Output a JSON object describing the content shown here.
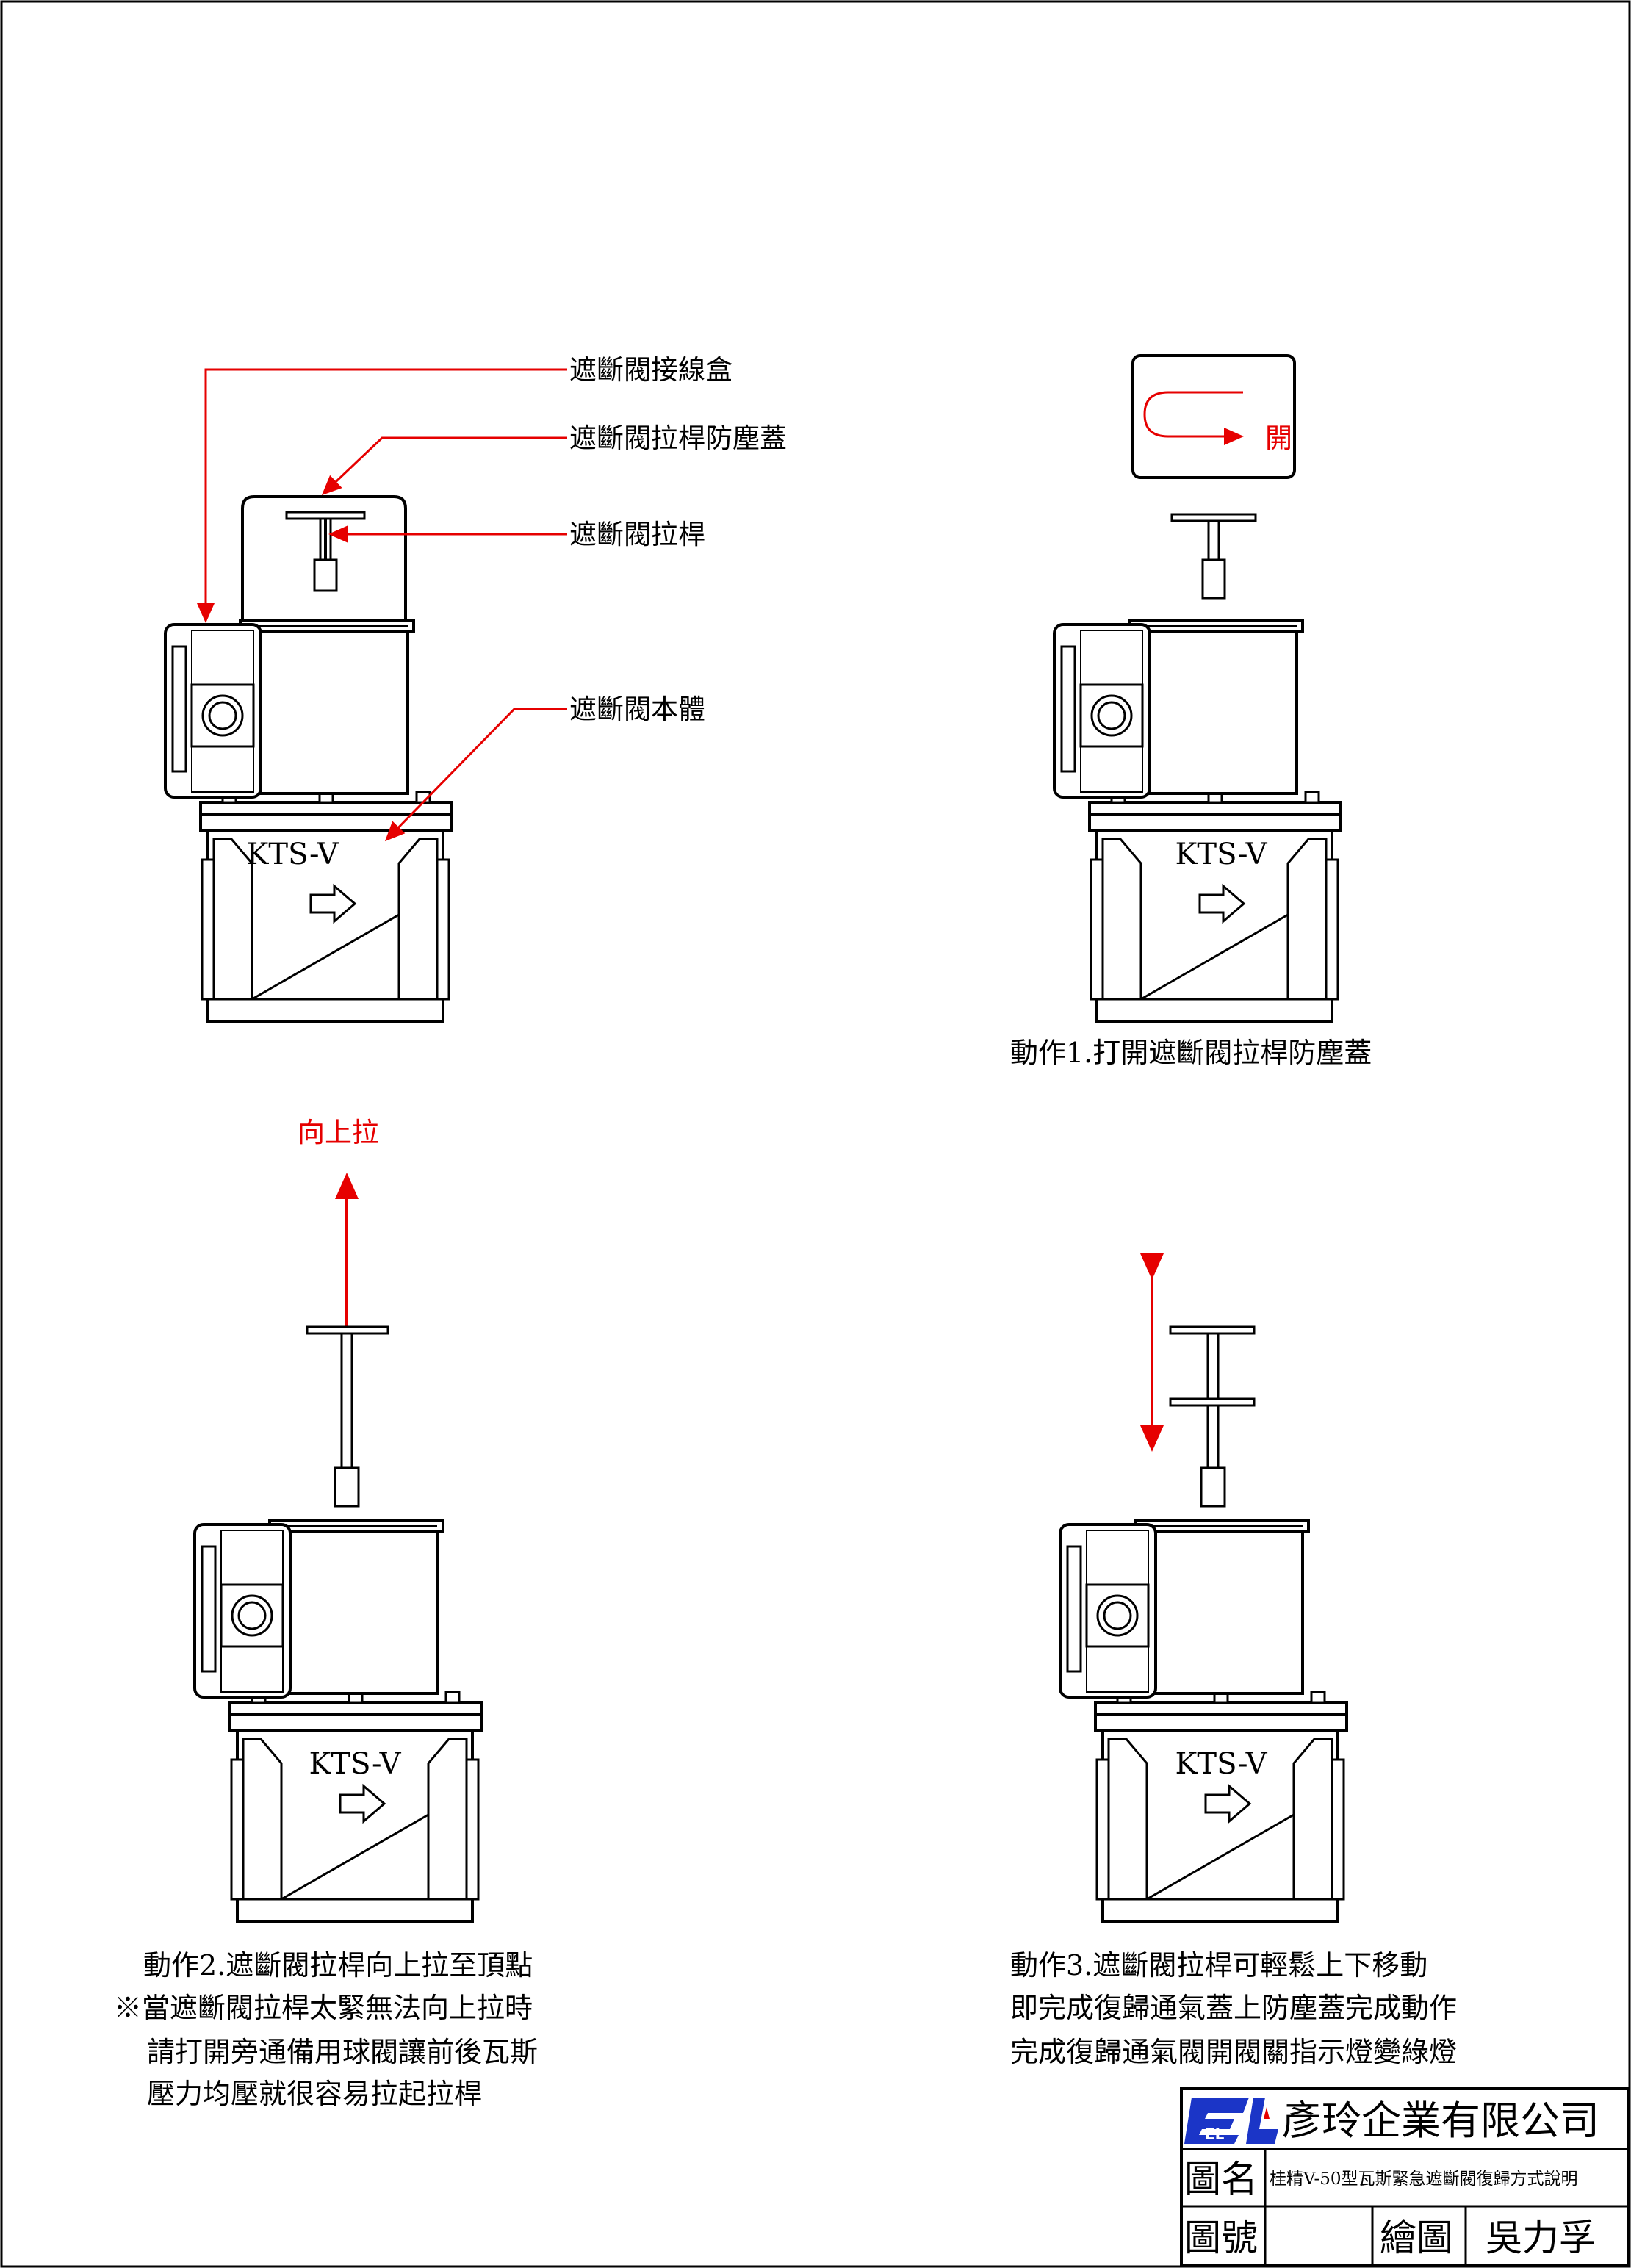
{
  "labels": {
    "junction_box": "遮斷閥接線盒",
    "dust_cover": "遮斷閥拉桿防塵蓋",
    "pull_rod": "遮斷閥拉桿",
    "valve_body": "遮斷閥本體",
    "open_mark": "開",
    "pull_up": "向上拉"
  },
  "model_text": "KTS-V",
  "steps": {
    "step1": [
      "動作1.打開遮斷閥拉桿防塵蓋"
    ],
    "step2": [
      "動作2.遮斷閥拉桿向上拉至頂點",
      "※當遮斷閥拉桿太緊無法向上拉時",
      "請打開旁通備用球閥讓前後瓦斯",
      "壓力均壓就很容易拉起拉桿"
    ],
    "step3": [
      "動作3.遮斷閥拉桿可輕鬆上下移動",
      "即完成復歸通氣蓋上防塵蓋完成動作",
      "完成復歸通氣閥開閥關指示燈變綠燈"
    ]
  },
  "title_block": {
    "company": "彥玲企業有限公司",
    "logo_text": "EL",
    "drawing_name_label": "圖名",
    "drawing_name": "桂精V-50型瓦斯緊急遮斷閥復歸方式說明",
    "drawing_no_label": "圖號",
    "drawing_no": "",
    "drawn_by_label": "繪圖",
    "drawn_by": "吳力孚"
  },
  "colors": {
    "annotation": "#e60000",
    "logo_blue": "#1b35c7",
    "line": "#000000"
  }
}
